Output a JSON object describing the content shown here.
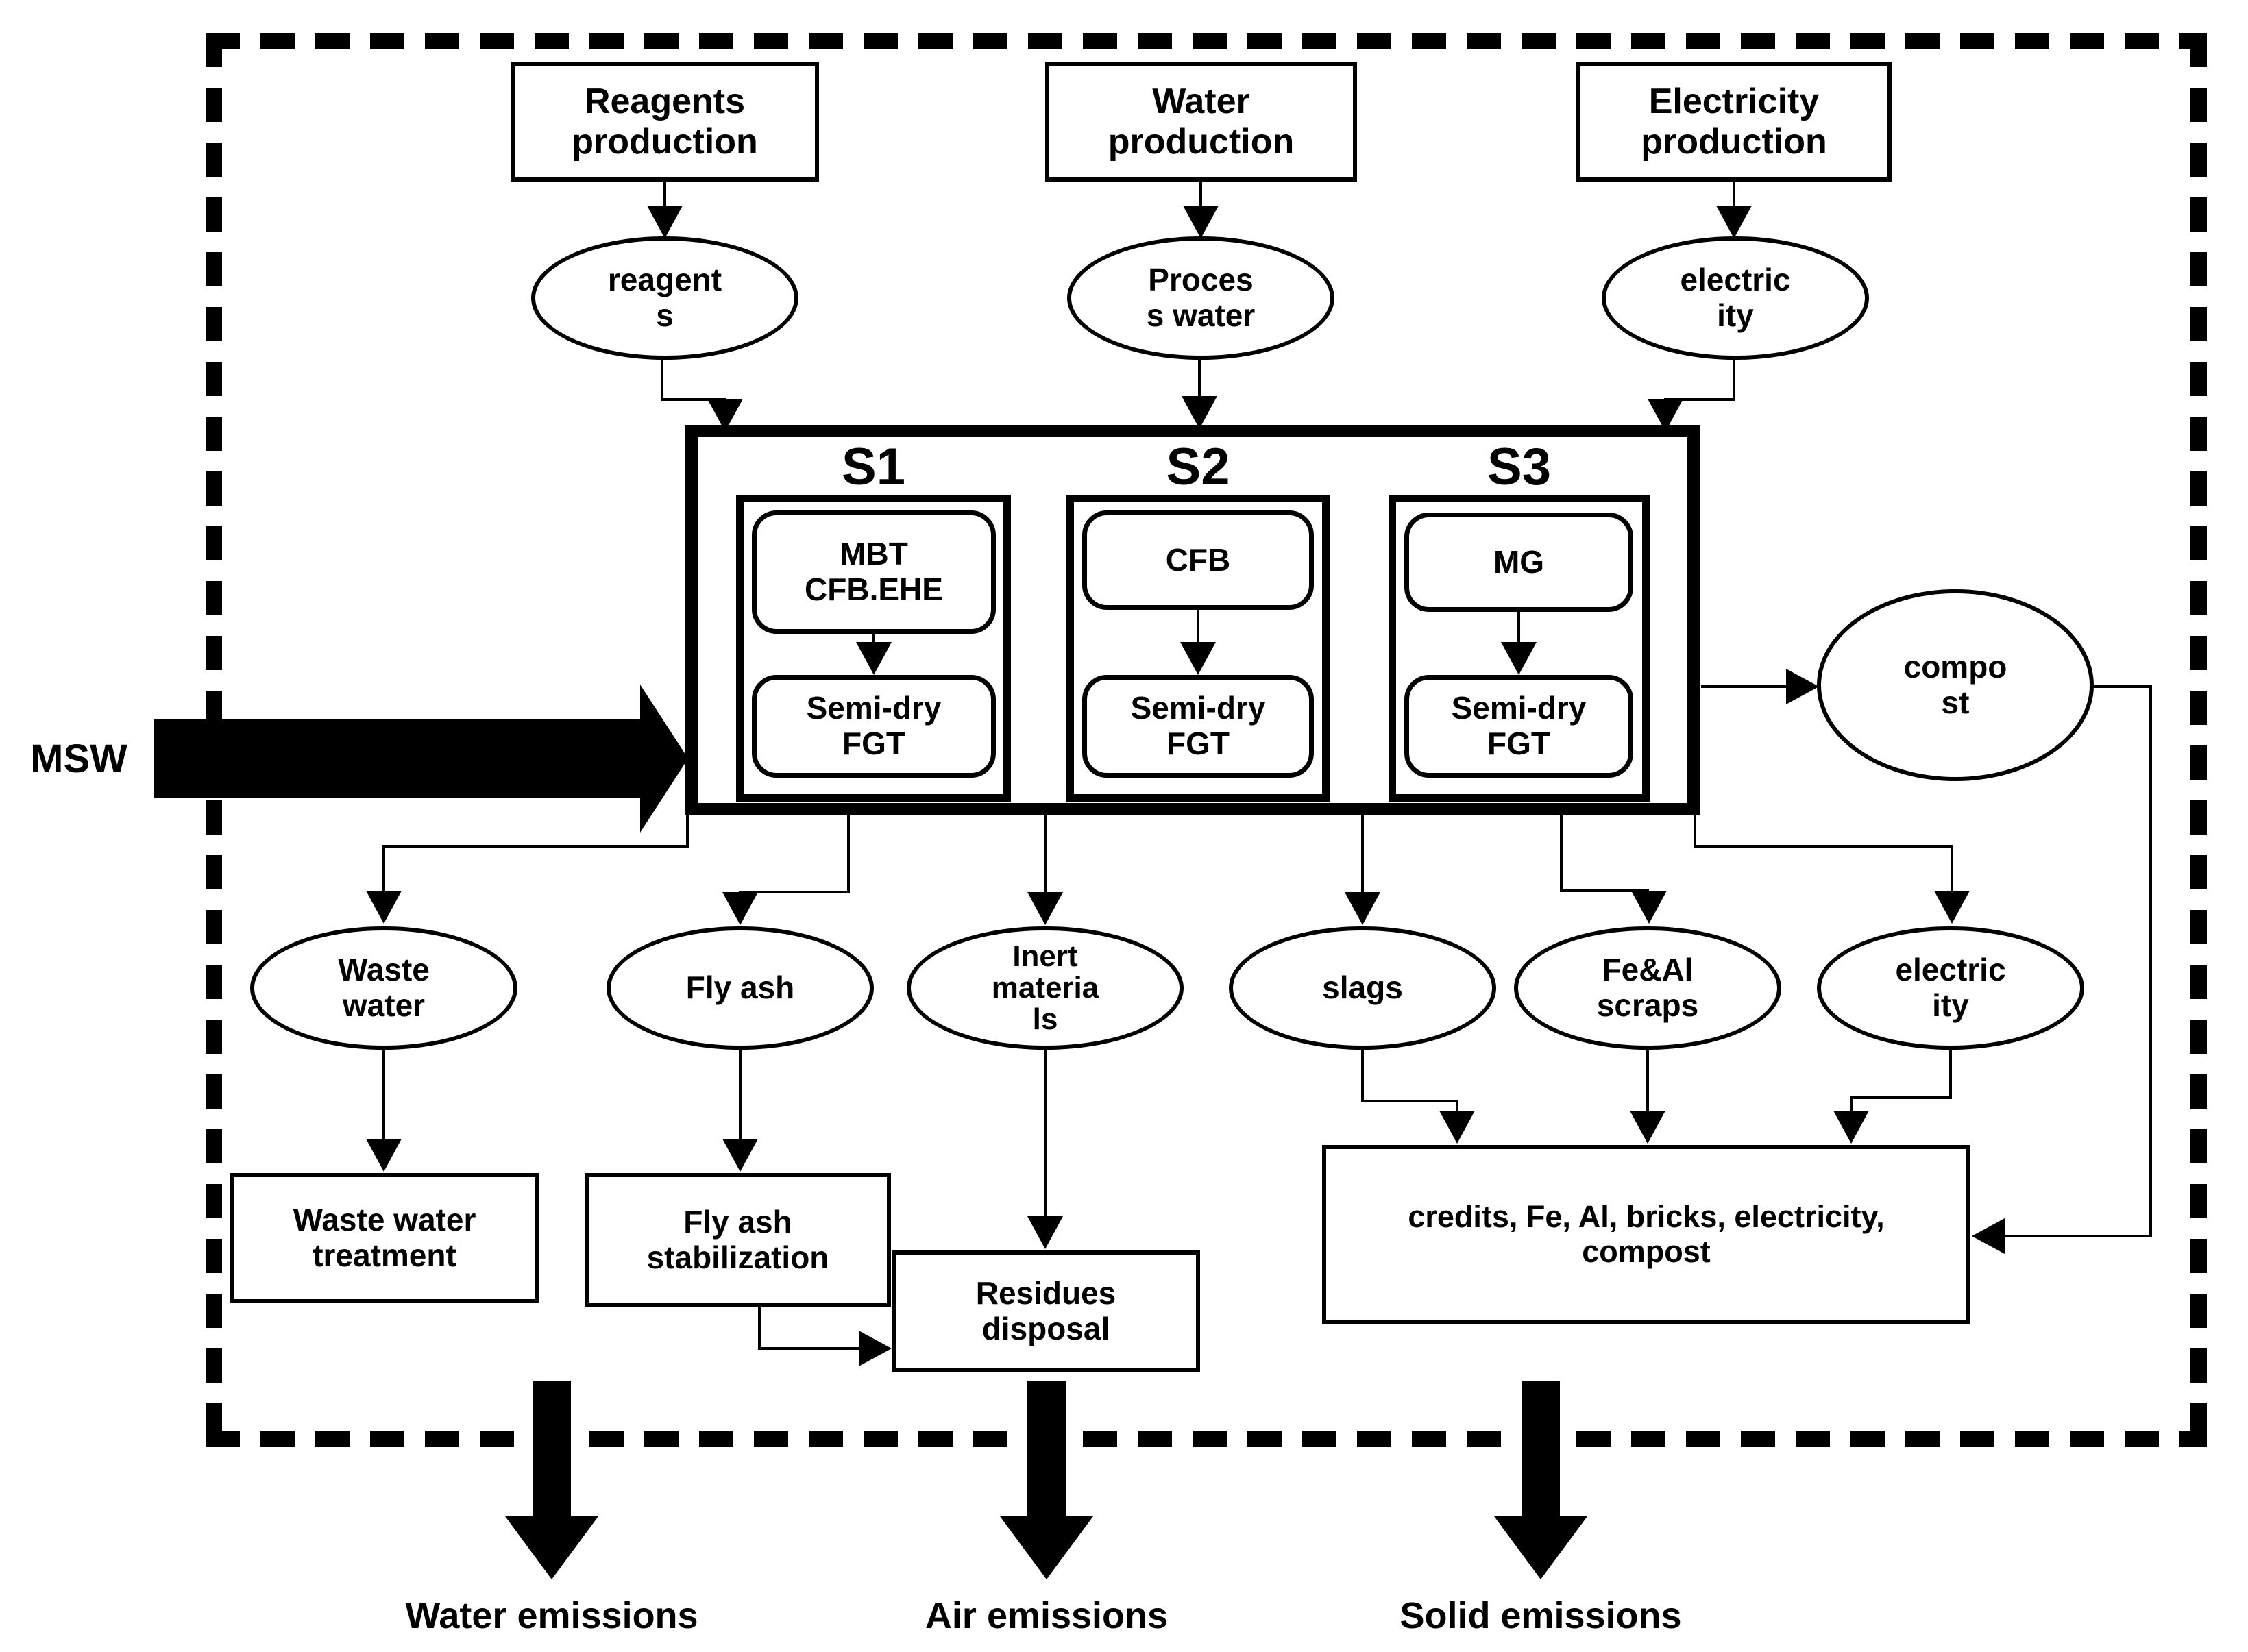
{
  "colors": {
    "ink": "#000000",
    "paper": "#ffffff"
  },
  "external": {
    "msw": "MSW"
  },
  "top_row": {
    "boxes": [
      {
        "label": "Reagents\nproduction"
      },
      {
        "label": "Water\nproduction"
      },
      {
        "label": "Electricity\nproduction"
      }
    ],
    "flows": [
      {
        "label": "reagent\ns"
      },
      {
        "label": "Proces\ns water"
      },
      {
        "label": "electric\nity"
      }
    ]
  },
  "system": {
    "scenarios": [
      {
        "name": "S1",
        "process": "MBT\nCFB.EHE",
        "fgt": "Semi-dry\nFGT"
      },
      {
        "name": "S2",
        "process": "CFB",
        "fgt": "Semi-dry\nFGT"
      },
      {
        "name": "S3",
        "process": "MG",
        "fgt": "Semi-dry\nFGT"
      }
    ]
  },
  "outputs": {
    "compost": "compo\nst",
    "flows": [
      {
        "label": "Waste\nwater"
      },
      {
        "label": "Fly ash"
      },
      {
        "label": "Inert\nmateria\nls"
      },
      {
        "label": "slags"
      },
      {
        "label": "Fe&Al\nscraps"
      },
      {
        "label": "electric\nity"
      }
    ]
  },
  "treatment": {
    "waste_water_treatment": "Waste water\ntreatment",
    "fly_ash_stabilization": "Fly ash\nstabilization",
    "residues_disposal": "Residues\ndisposal",
    "credits": "credits, Fe, Al, bricks, electricity, compost"
  },
  "emissions": [
    {
      "label": "Water emissions"
    },
    {
      "label": "Air emissions"
    },
    {
      "label": "Solid emissions"
    }
  ]
}
